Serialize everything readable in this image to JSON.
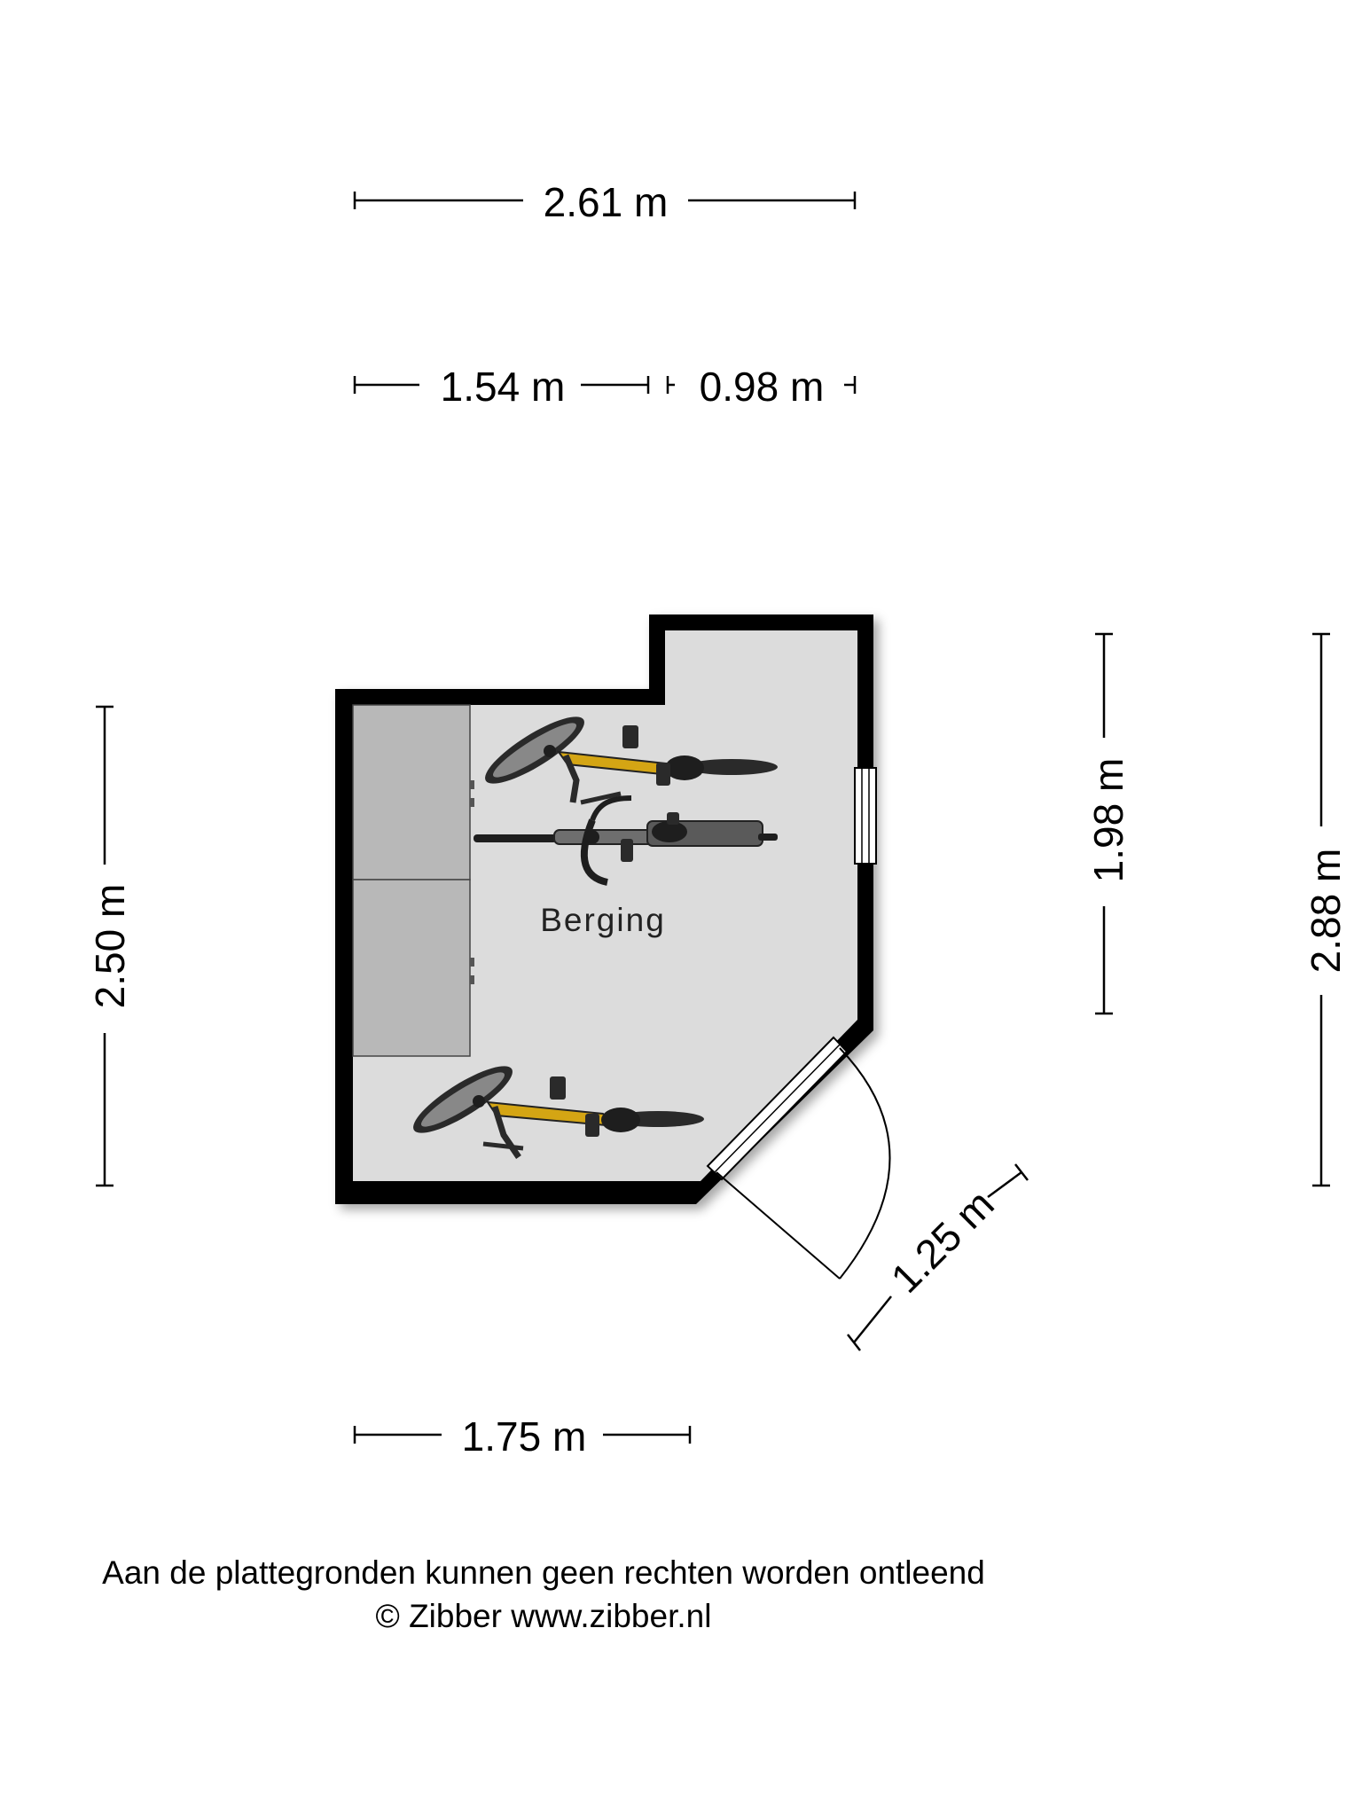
{
  "dimensions": {
    "top_total": "2.61 m",
    "top_left": "1.54 m",
    "top_right": "0.98 m",
    "left": "2.50 m",
    "right_inner": "1.98 m",
    "right_total": "2.88 m",
    "diagonal": "1.25 m",
    "bottom": "1.75 m"
  },
  "room": {
    "label": "Berging"
  },
  "footer": {
    "disclaimer": "Aan de plattegronden kunnen geen rechten worden ontleend",
    "copyright": "© Zibber www.zibber.nl"
  },
  "colors": {
    "wall": "#000000",
    "floor": "#dcdcdc",
    "cabinet": "#b8b8b8",
    "bike_frame": "#d4a514",
    "bike_dark": "#2a2a2a"
  }
}
